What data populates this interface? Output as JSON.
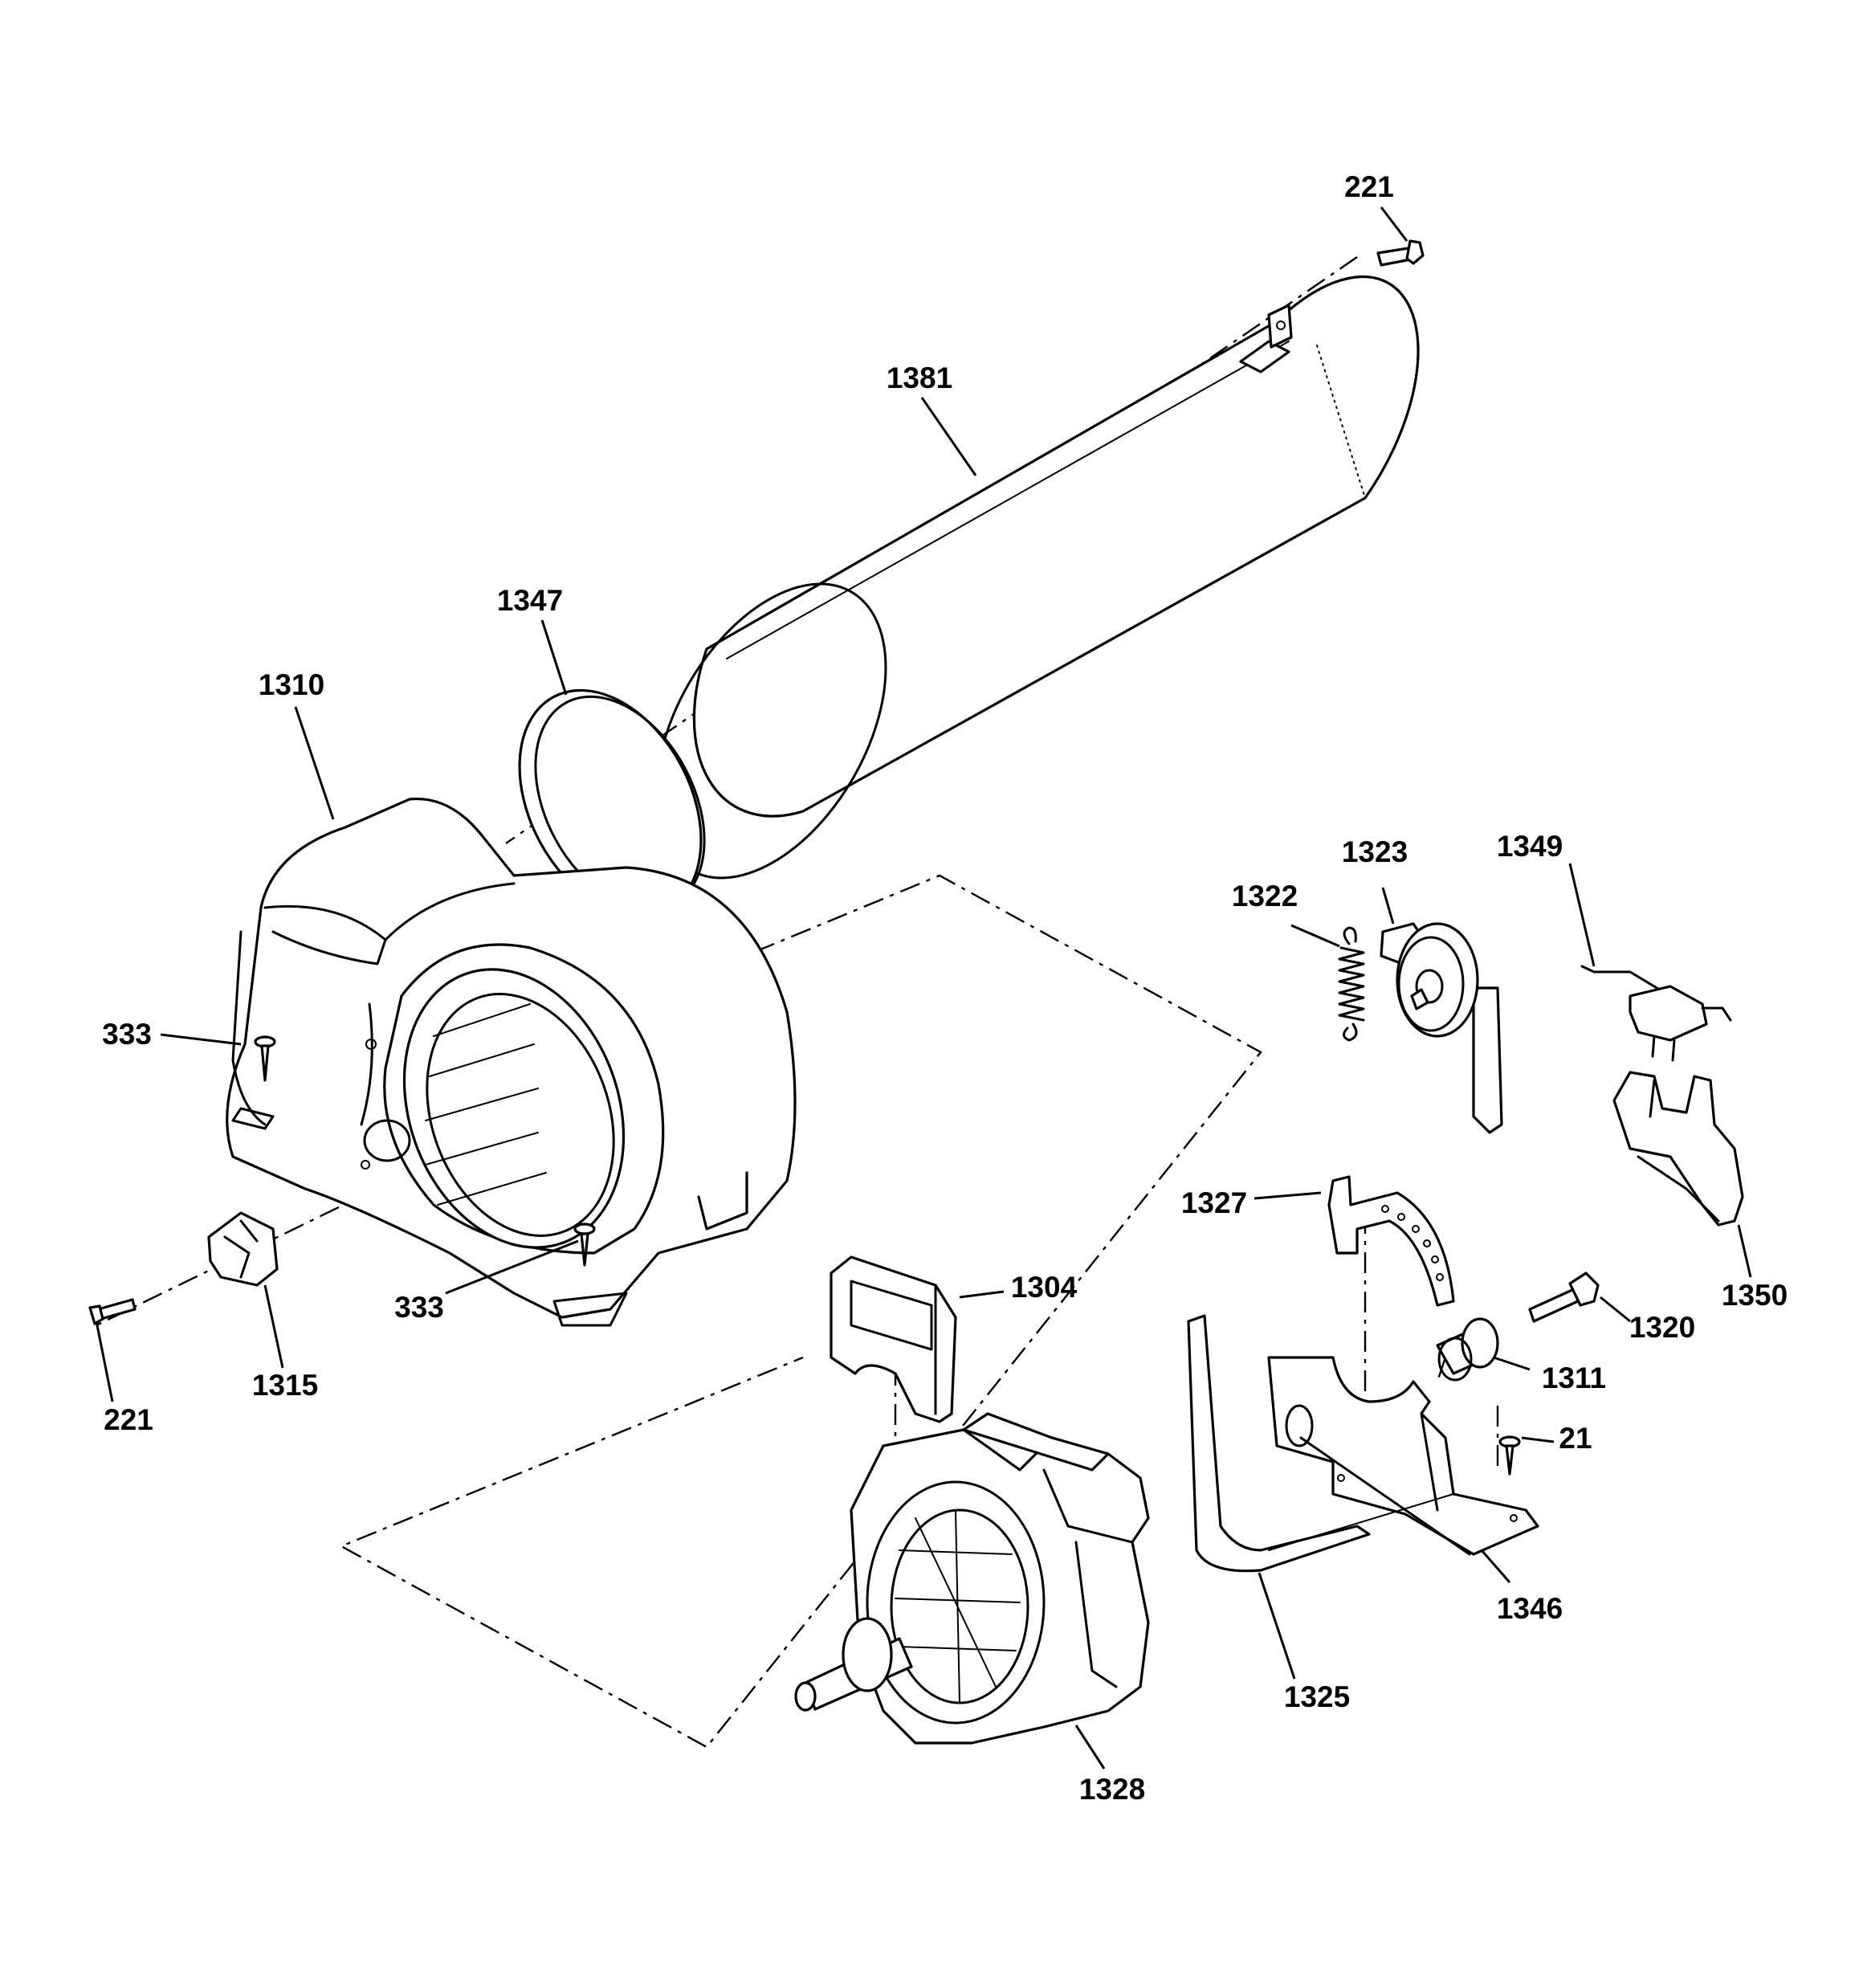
{
  "colors": {
    "line": "#000000",
    "background": "#ffffff"
  },
  "labels": {
    "221_top": "221",
    "1381": "1381",
    "1347": "1347",
    "1310": "1310",
    "333_left": "333",
    "333_bottom": "333",
    "221_left": "221",
    "1315": "1315",
    "1323": "1323",
    "1349": "1349",
    "1322": "1322",
    "1327": "1327",
    "1304": "1304",
    "1320": "1320",
    "1350": "1350",
    "1311": "1311",
    "21": "21",
    "1346": "1346",
    "1325": "1325",
    "1328": "1328"
  }
}
